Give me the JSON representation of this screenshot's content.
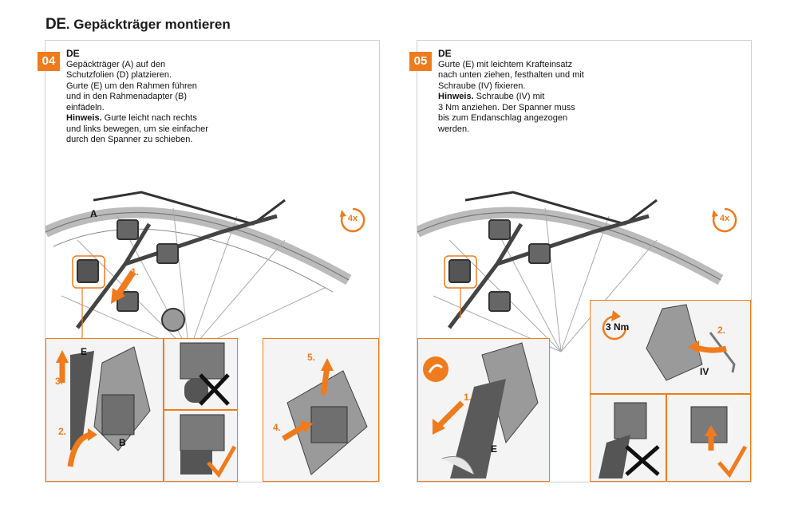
{
  "header": {
    "lang": "DE",
    "title": ". Gepäckträger montieren"
  },
  "colors": {
    "accent": "#f07b1d"
  },
  "steps": [
    {
      "number": "04",
      "lang": "DE",
      "lines": [
        "Gepäckträger (A) auf den",
        "Schutzfolien (D) platzieren.",
        "Gurte (E) um den Rahmen führen",
        "und in den Rahmenadapter (B)",
        "einfädeln."
      ],
      "hint_label": "Hinweis.",
      "hint_first": " Gurte leicht nach rechts",
      "hint_lines": [
        "und links bewegen, um sie einfacher",
        "durch den Spanner zu schieben."
      ],
      "rotate_label": "4x",
      "labels": {
        "a": "A",
        "e": "E",
        "b": "B"
      },
      "arrows": {
        "one": "1.",
        "two": "2.",
        "three": "3.",
        "four": "4.",
        "five": "5."
      }
    },
    {
      "number": "05",
      "lang": "DE",
      "lines": [
        "Gurte (E) mit leichtem Krafteinsatz",
        "nach unten ziehen, festhalten und mit",
        "Schraube (IV) fixieren."
      ],
      "hint_label": "Hinweis.",
      "hint_first": " Schraube (IV) mit",
      "hint_lines": [
        "3 Nm anziehen. Der Spanner muss",
        "bis zum Endanschlag angezogen",
        "werden."
      ],
      "rotate_label": "4x",
      "torque": "3 Nm",
      "labels": {
        "e": "E",
        "iv": "IV"
      },
      "arrows": {
        "one": "1.",
        "two": "2."
      }
    }
  ]
}
